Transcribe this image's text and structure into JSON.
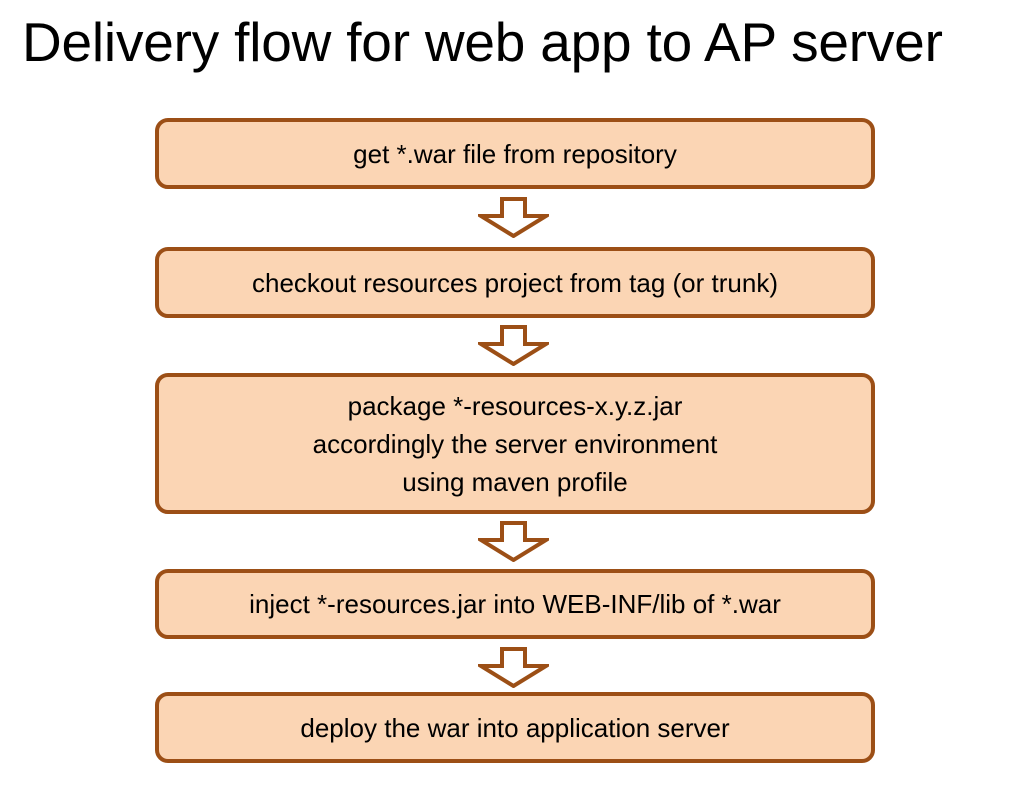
{
  "slide": {
    "title": "Delivery flow for web app to AP server",
    "background_color": "#ffffff",
    "title_color": "#000000"
  },
  "theme": {
    "box_fill": "#fbd5b4",
    "box_border": "#9c4f16",
    "arrow_fill": "#ffffff",
    "arrow_border": "#9c4f16",
    "text_color": "#000000"
  },
  "flow": {
    "steps": [
      {
        "id": "step-1",
        "label": "get *.war file from repository",
        "lines": [
          "get *.war file from repository"
        ]
      },
      {
        "id": "step-2",
        "label": "checkout resources project from tag (or trunk)",
        "lines": [
          "checkout resources project from tag (or trunk)"
        ]
      },
      {
        "id": "step-3",
        "label": "package *-resources-x.y.z.jar\naccordingly the server environment\nusing maven profile",
        "lines": [
          "package *-resources-x.y.z.jar",
          "accordingly the server environment",
          "using maven profile"
        ]
      },
      {
        "id": "step-4",
        "label": "inject *-resources.jar into WEB-INF/lib of *.war",
        "lines": [
          "inject *-resources.jar into WEB-INF/lib of *.war"
        ]
      },
      {
        "id": "step-5",
        "label": "deploy the war into application server",
        "lines": [
          "deploy the war into application server"
        ]
      }
    ],
    "connectors": [
      {
        "id": "connector-1",
        "icon": "down-arrow-icon",
        "from": "step-1",
        "to": "step-2"
      },
      {
        "id": "connector-2",
        "icon": "down-arrow-icon",
        "from": "step-2",
        "to": "step-3"
      },
      {
        "id": "connector-3",
        "icon": "down-arrow-icon",
        "from": "step-3",
        "to": "step-4"
      },
      {
        "id": "connector-4",
        "icon": "down-arrow-icon",
        "from": "step-4",
        "to": "step-5"
      }
    ]
  }
}
